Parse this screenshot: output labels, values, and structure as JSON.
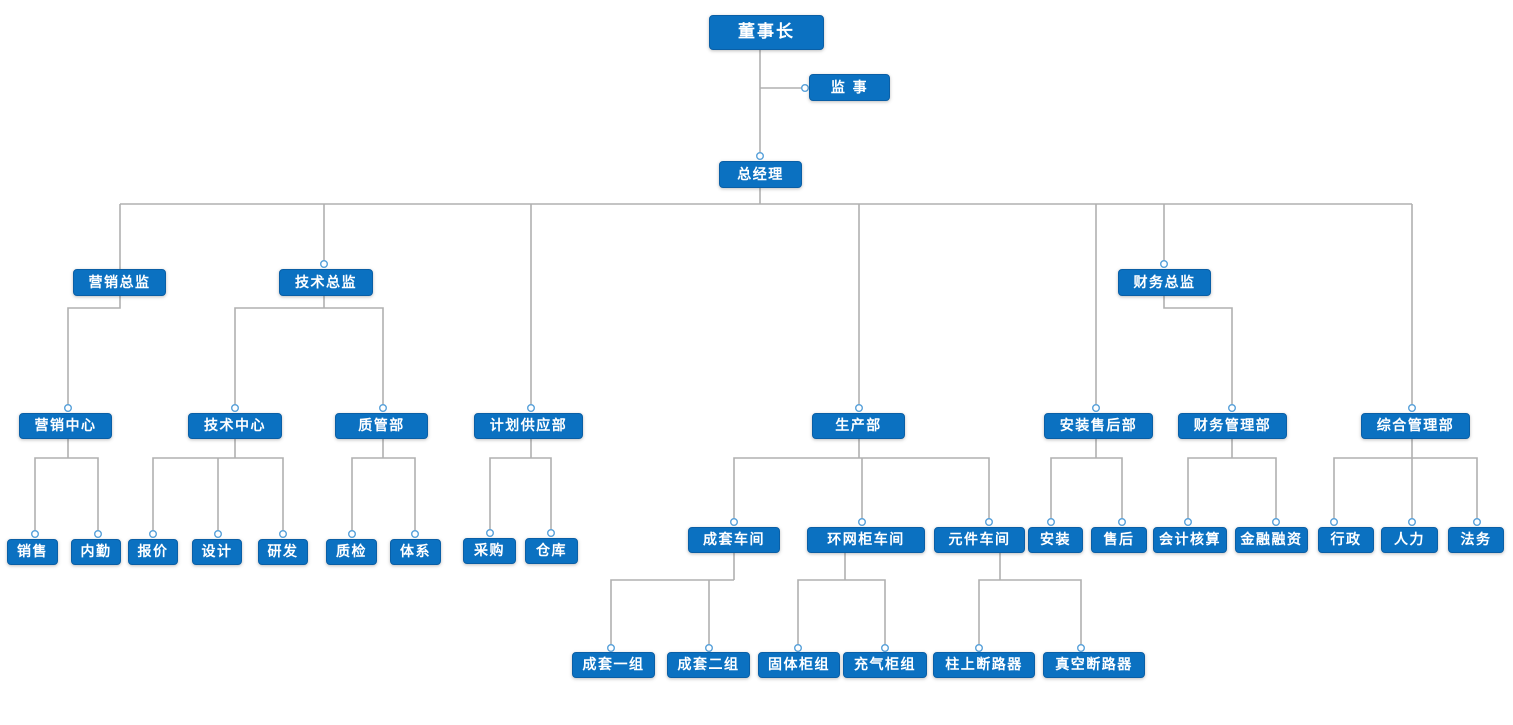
{
  "org": {
    "colors": {
      "node_fill": "#0b71c1",
      "node_border": "#0a5fa6",
      "node_text": "#ffffff",
      "connector_line": "#b0b0b0",
      "port_ring": "#58a1da",
      "port_fill": "#ffffff"
    },
    "nodes": [
      {
        "id": "chairman",
        "label": "董事长",
        "parent": null
      },
      {
        "id": "supervisor",
        "label": "监 事",
        "parent": "chairman"
      },
      {
        "id": "general-manager",
        "label": "总经理",
        "parent": "chairman"
      },
      {
        "id": "marketing-director",
        "label": "营销总监",
        "parent": "general-manager"
      },
      {
        "id": "tech-director",
        "label": "技术总监",
        "parent": "general-manager"
      },
      {
        "id": "planning-supply-dept",
        "label": "计划供应部",
        "parent": "general-manager"
      },
      {
        "id": "production-dept",
        "label": "生产部",
        "parent": "general-manager"
      },
      {
        "id": "install-aftersales-dept",
        "label": "安装售后部",
        "parent": "general-manager"
      },
      {
        "id": "finance-director",
        "label": "财务总监",
        "parent": "general-manager"
      },
      {
        "id": "general-mgmt-dept",
        "label": "综合管理部",
        "parent": "general-manager"
      },
      {
        "id": "marketing-center",
        "label": "营销中心",
        "parent": "marketing-director"
      },
      {
        "id": "tech-center",
        "label": "技术中心",
        "parent": "tech-director"
      },
      {
        "id": "quality-dept",
        "label": "质管部",
        "parent": "tech-director"
      },
      {
        "id": "finance-mgmt-dept",
        "label": "财务管理部",
        "parent": "finance-director"
      },
      {
        "id": "sales",
        "label": "销售",
        "parent": "marketing-center"
      },
      {
        "id": "internal-support",
        "label": "内勤",
        "parent": "marketing-center"
      },
      {
        "id": "quotation",
        "label": "报价",
        "parent": "tech-center"
      },
      {
        "id": "design",
        "label": "设计",
        "parent": "tech-center"
      },
      {
        "id": "rnd",
        "label": "研发",
        "parent": "tech-center"
      },
      {
        "id": "quality-inspection",
        "label": "质检",
        "parent": "quality-dept"
      },
      {
        "id": "quality-system",
        "label": "体系",
        "parent": "quality-dept"
      },
      {
        "id": "purchasing",
        "label": "采购",
        "parent": "planning-supply-dept"
      },
      {
        "id": "warehouse",
        "label": "仓库",
        "parent": "planning-supply-dept"
      },
      {
        "id": "complete-set-workshop",
        "label": "成套车间",
        "parent": "production-dept"
      },
      {
        "id": "ring-cabinet-workshop",
        "label": "环网柜车间",
        "parent": "production-dept"
      },
      {
        "id": "component-workshop",
        "label": "元件车间",
        "parent": "production-dept"
      },
      {
        "id": "installation",
        "label": "安装",
        "parent": "install-aftersales-dept"
      },
      {
        "id": "aftersales",
        "label": "售后",
        "parent": "install-aftersales-dept"
      },
      {
        "id": "accounting",
        "label": "会计核算",
        "parent": "finance-mgmt-dept"
      },
      {
        "id": "financing",
        "label": "金融融资",
        "parent": "finance-mgmt-dept"
      },
      {
        "id": "admin",
        "label": "行政",
        "parent": "general-mgmt-dept"
      },
      {
        "id": "hr",
        "label": "人力",
        "parent": "general-mgmt-dept"
      },
      {
        "id": "legal",
        "label": "法务",
        "parent": "general-mgmt-dept"
      },
      {
        "id": "complete-set-group-1",
        "label": "成套一组",
        "parent": "complete-set-workshop"
      },
      {
        "id": "complete-set-group-2",
        "label": "成套二组",
        "parent": "complete-set-workshop"
      },
      {
        "id": "solid-cabinet-group",
        "label": "固体柜组",
        "parent": "ring-cabinet-workshop"
      },
      {
        "id": "gas-cabinet-group",
        "label": "充气柜组",
        "parent": "ring-cabinet-workshop"
      },
      {
        "id": "pole-breaker-group",
        "label": "柱上断路器",
        "parent": "component-workshop"
      },
      {
        "id": "vacuum-breaker-group",
        "label": "真空断路器",
        "parent": "component-workshop"
      }
    ]
  }
}
